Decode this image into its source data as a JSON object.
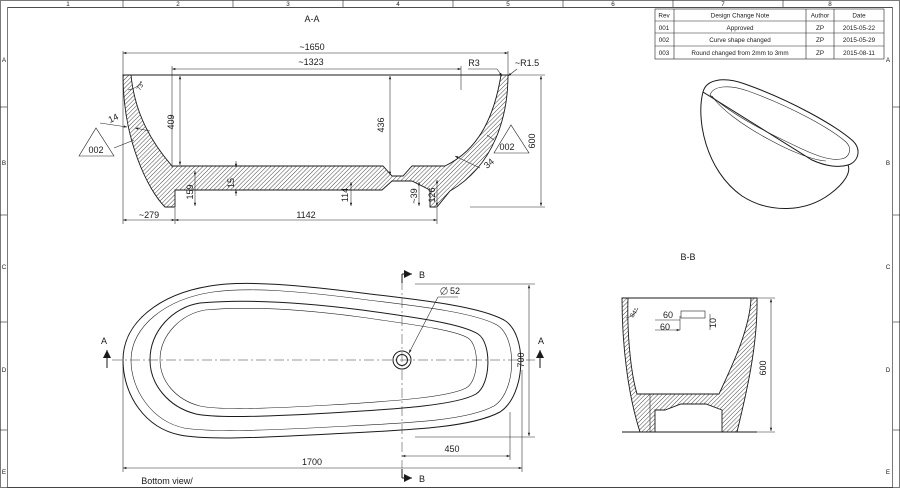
{
  "border": {
    "columns": [
      "1",
      "2",
      "3",
      "4",
      "5",
      "6",
      "7",
      "8"
    ],
    "rows": [
      "A",
      "B",
      "C",
      "D",
      "E"
    ]
  },
  "revision_table": {
    "headers": [
      "Rev",
      "Design Change Note",
      "Author",
      "Date"
    ],
    "rows": [
      [
        "001",
        "Approved",
        "ZP",
        "2015-05-22"
      ],
      [
        "002",
        "Curve shape changed",
        "ZP",
        "2015-05-29"
      ],
      [
        "003",
        "Round changed from 2mm to 3mm",
        "ZP",
        "2015-08-11"
      ]
    ]
  },
  "section_aa": {
    "title": "A-A",
    "dims": {
      "overall_length": "~1650",
      "inner_length": "~1323",
      "radius_small": "R3",
      "radius_lip": "~R1.5",
      "angle": "73°",
      "wall": "14",
      "inner_depth_left": "409",
      "inner_depth_center": "436",
      "height": "600",
      "base_thickness": "15",
      "base_height": "159",
      "drain_height": "114",
      "drain_offset": "~39",
      "drain_rim": "126",
      "wall_right": "34",
      "foot_offset": "~279",
      "foot_length": "1142"
    },
    "rev_marks": [
      "002",
      "002"
    ]
  },
  "section_bb": {
    "title": "B-B",
    "dims": {
      "angle": "84°",
      "drain_w1": "60",
      "drain_w2": "60",
      "drain_h": "10",
      "height": "600"
    }
  },
  "bottom_view": {
    "caption": "Bottom view/",
    "section_a_label": "A",
    "section_b_label": "B",
    "dims": {
      "drain_diameter": "52",
      "length": "1700",
      "width": "700",
      "drain_offset": "450"
    }
  }
}
